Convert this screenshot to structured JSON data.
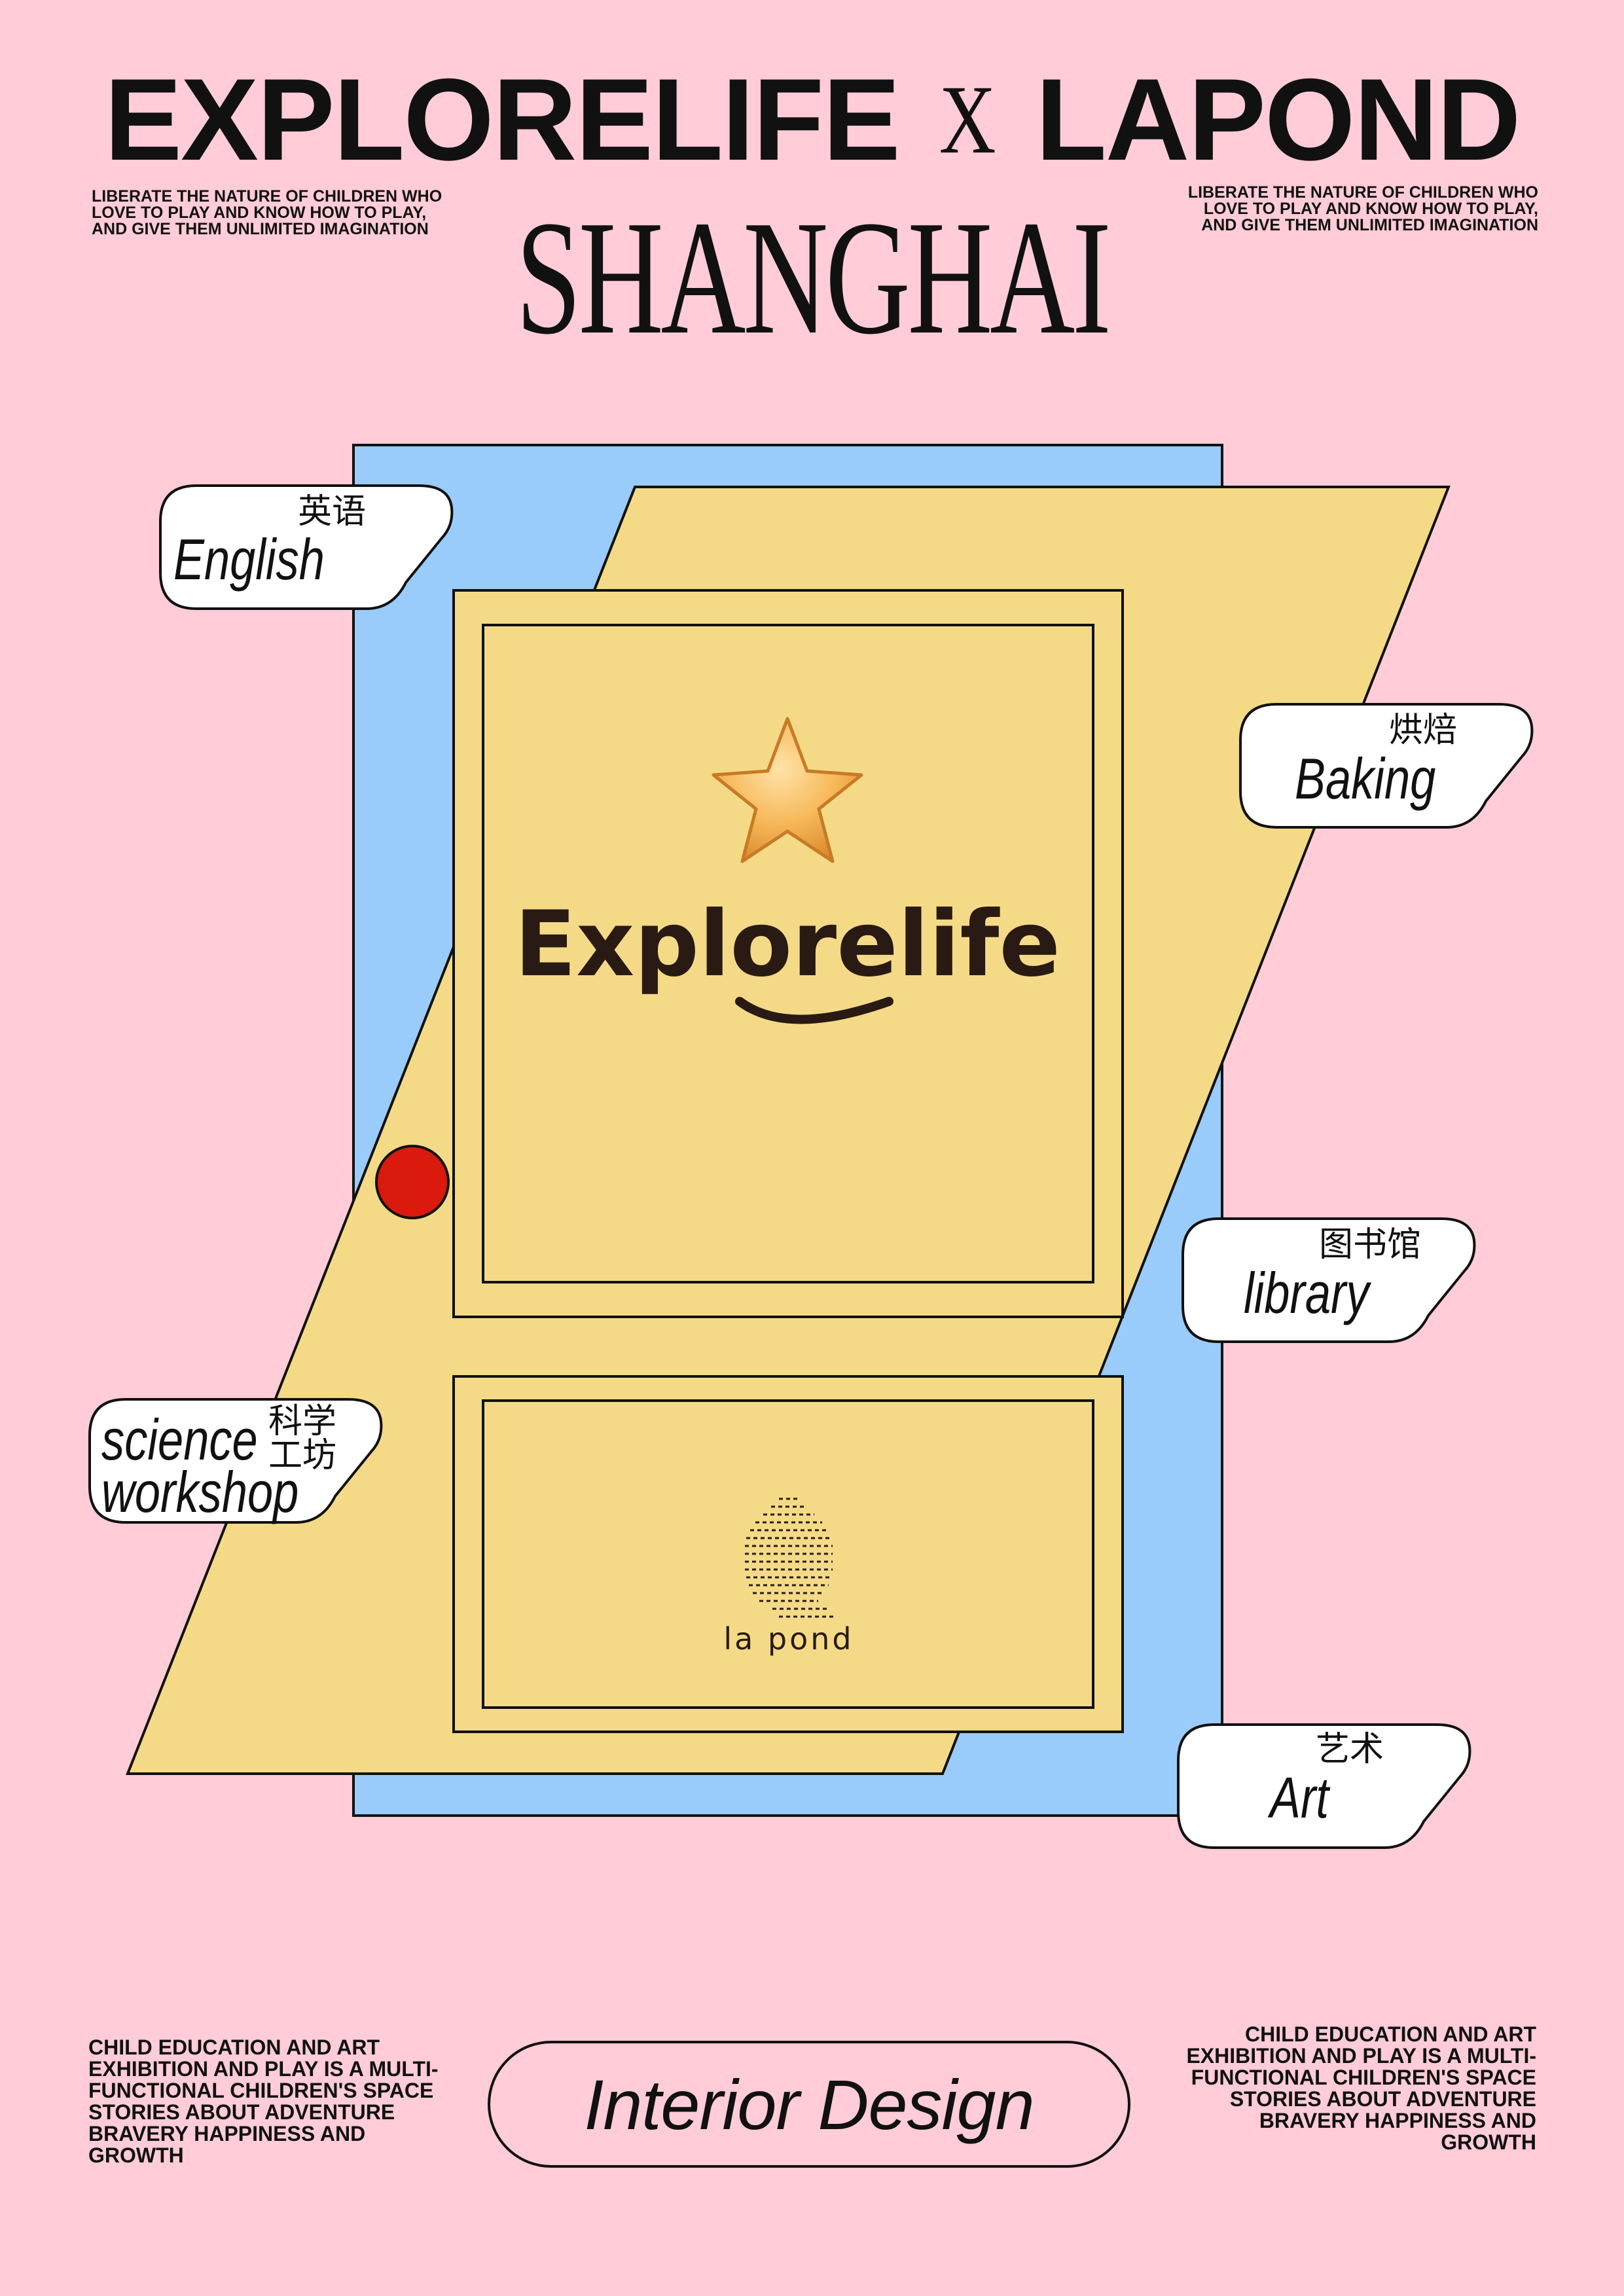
{
  "header": {
    "brand_left": "EXPLORELIFE",
    "connector": "X",
    "brand_right": "LAPOND",
    "city": "SHANGHAI",
    "tagline_left": "LIBERATE THE NATURE OF CHILDREN WHO LOVE TO PLAY AND KNOW HOW TO PLAY, AND GIVE THEM UNLIMITED IMAGINATION",
    "tagline_right": "LIBERATE THE NATURE OF CHILDREN WHO LOVE TO PLAY AND KNOW HOW TO PLAY, AND GIVE THEM UNLIMITED IMAGINATION"
  },
  "door": {
    "logo_text": "Explorelife",
    "sub_logo_text": "la pond",
    "colors": {
      "background": "#ffccd7",
      "blue": "#99ccfb",
      "yellow": "#f4da86",
      "red_knob": "#d91a0c",
      "star": "#f7b85a"
    }
  },
  "tags": [
    {
      "en": "English",
      "cn": "英语"
    },
    {
      "en": "Baking",
      "cn": "烘焙"
    },
    {
      "en": "library",
      "cn": "图书馆"
    },
    {
      "en_line1": "science",
      "en_line2": "workshop",
      "cn_line1": "科学",
      "cn_line2": "工坊"
    },
    {
      "en": "Art",
      "cn": "艺术"
    }
  ],
  "footer": {
    "left_line1": "CHILD EDUCATION AND ART EXHIBITION AND PLAY IS A MULTI-FUNCTIONAL CHILDREN'S SPACE",
    "left_line2": "STORIES ABOUT ADVENTURE BRAVERY HAPPINESS AND GROWTH",
    "center_label": "Interior Design",
    "right_line1": "CHILD EDUCATION AND ART EXHIBITION AND PLAY IS A MULTI-FUNCTIONAL CHILDREN'S SPACE",
    "right_line2": "STORIES ABOUT ADVENTURE BRAVERY HAPPINESS AND GROWTH"
  }
}
